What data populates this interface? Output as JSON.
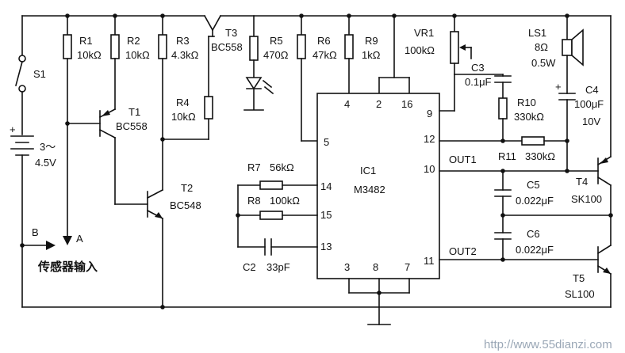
{
  "components": {
    "s1": "S1",
    "battery": {
      "label1": "3～",
      "label2": "4.5V",
      "plus": "+"
    },
    "r1": {
      "name": "R1",
      "value": "10kΩ"
    },
    "r2": {
      "name": "R2",
      "value": "10kΩ"
    },
    "r3": {
      "name": "R3",
      "value": "4.3kΩ"
    },
    "r4": {
      "name": "R4",
      "value": "10kΩ"
    },
    "r5": {
      "name": "R5",
      "value": "470Ω"
    },
    "r6": {
      "name": "R6",
      "value": "47kΩ"
    },
    "r7": {
      "name": "R7",
      "value": "56kΩ"
    },
    "r8": {
      "name": "R8",
      "value": "100kΩ"
    },
    "r9": {
      "name": "R9",
      "value": "1kΩ"
    },
    "r10": {
      "name": "R10",
      "value": "330kΩ"
    },
    "r11": {
      "name": "R11",
      "value": "330kΩ"
    },
    "vr1": {
      "name": "VR1",
      "value": "100kΩ"
    },
    "t1": {
      "name": "T1",
      "type": "BC558"
    },
    "t2": {
      "name": "T2",
      "type": "BC548"
    },
    "t3": {
      "name": "T3",
      "type": "BC558"
    },
    "t4": {
      "name": "T4",
      "type": "SK100"
    },
    "t5": {
      "name": "T5",
      "type": "SL100"
    },
    "c2": {
      "name": "C2",
      "value": "33pF"
    },
    "c3": {
      "name": "C3",
      "value": "0.1μF"
    },
    "c4": {
      "name": "C4",
      "value": "100μF",
      "voltage": "10V",
      "plus": "+"
    },
    "c5": {
      "name": "C5",
      "value": "0.022μF"
    },
    "c6": {
      "name": "C6",
      "value": "0.022μF"
    },
    "ls1": {
      "name": "LS1",
      "value": "8Ω",
      "power": "0.5W"
    },
    "ic1": {
      "name": "IC1",
      "part": "M3482"
    }
  },
  "pins": [
    "4",
    "2",
    "16",
    "9",
    "5",
    "12",
    "10",
    "14",
    "15",
    "13",
    "11",
    "3",
    "8",
    "7"
  ],
  "nets": {
    "out1": "OUT1",
    "out2": "OUT2"
  },
  "nodes": {
    "a": "A",
    "b": "B",
    "sensor_input": "传感器输入"
  },
  "watermark": "http://www.55dianzi.com"
}
